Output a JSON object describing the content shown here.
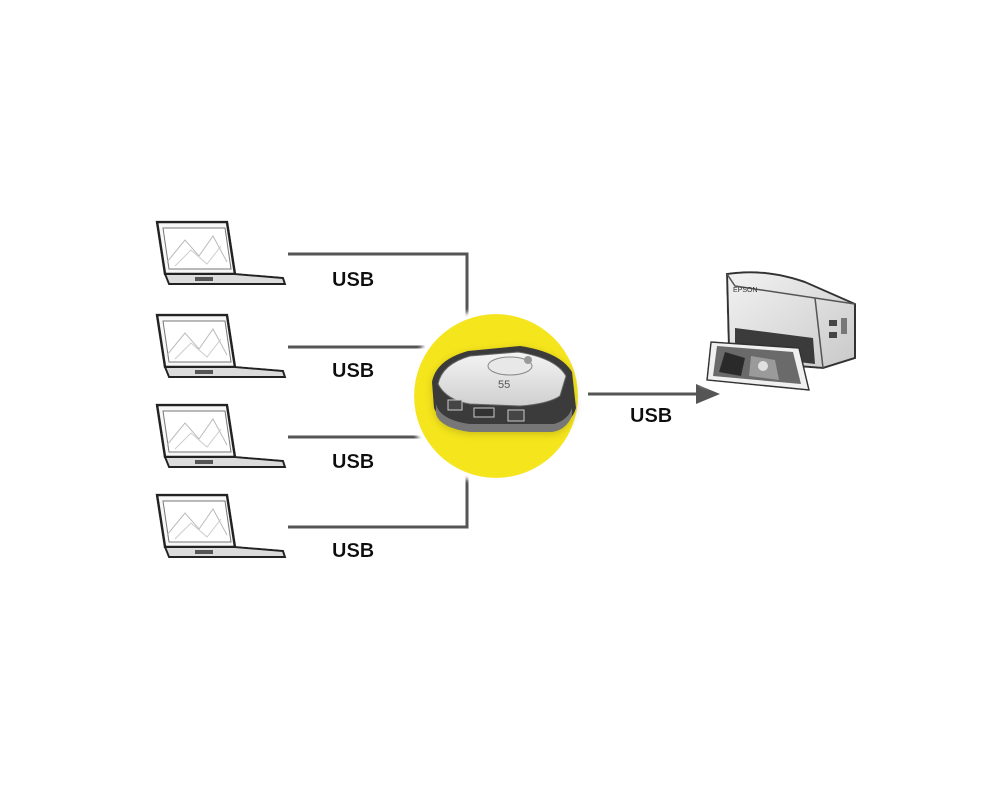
{
  "diagram": {
    "computer_links": [
      {
        "label": "USB",
        "icon": "laptop-icon"
      },
      {
        "label": "USB",
        "icon": "laptop-icon"
      },
      {
        "label": "USB",
        "icon": "laptop-icon"
      },
      {
        "label": "USB",
        "icon": "laptop-icon"
      }
    ],
    "hub": {
      "icon": "usb-switch-icon",
      "model_text": "55",
      "highlight_color": "#f5e51b"
    },
    "printer_link": {
      "label": "USB"
    },
    "printer": {
      "icon": "printer-icon",
      "brand_text": "EPSON"
    }
  }
}
